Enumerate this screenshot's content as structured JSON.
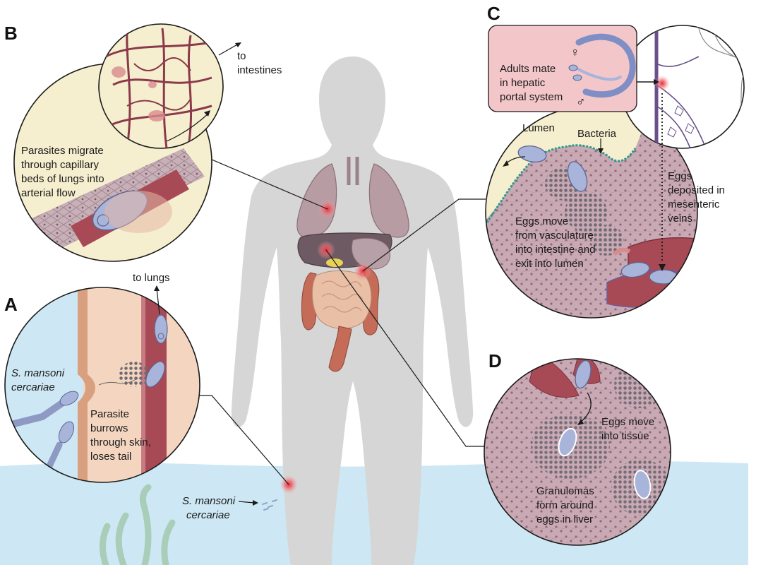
{
  "panels": {
    "a": {
      "letter": "A",
      "cercariae_label": [
        "S. mansoni",
        "cercariae"
      ],
      "to_lungs": "to lungs",
      "caption": [
        "Parasite",
        "burrows",
        "through skin,",
        "loses tail"
      ]
    },
    "b": {
      "letter": "B",
      "to_intestines": [
        "to",
        "intestines"
      ],
      "caption": [
        "Parasites migrate",
        "through capillary",
        "beds of lungs into",
        "arterial flow"
      ]
    },
    "c": {
      "letter": "C",
      "adults_caption": [
        "Adults mate",
        "in hepatic",
        "portal system"
      ],
      "female_symbol": "♀",
      "male_symbol": "♂",
      "lumen": "Lumen",
      "bacteria": "Bacteria",
      "eggs_deposited": [
        "Eggs",
        "deposited in",
        "mesenteric",
        "veins"
      ],
      "eggs_move": [
        "Eggs move",
        "from vasculature",
        "into intestine and",
        "exit into lumen"
      ]
    },
    "d": {
      "letter": "D",
      "eggs_move": [
        "Eggs move",
        "into tissue"
      ],
      "granulomas": [
        "Granulomas",
        "form around",
        "eggs in liver"
      ]
    }
  },
  "water_label": [
    "S. mansoni",
    "cercariae"
  ],
  "colors": {
    "water": "#cde8f4",
    "skin": "#f4d6c0",
    "body": "#d9d9d9",
    "vessel": "#a84a55",
    "parasite": "#a9b4db",
    "tissue": "#c9a9b4",
    "panel_bg": "#f6efcf",
    "hotspot": "#e0303a"
  }
}
